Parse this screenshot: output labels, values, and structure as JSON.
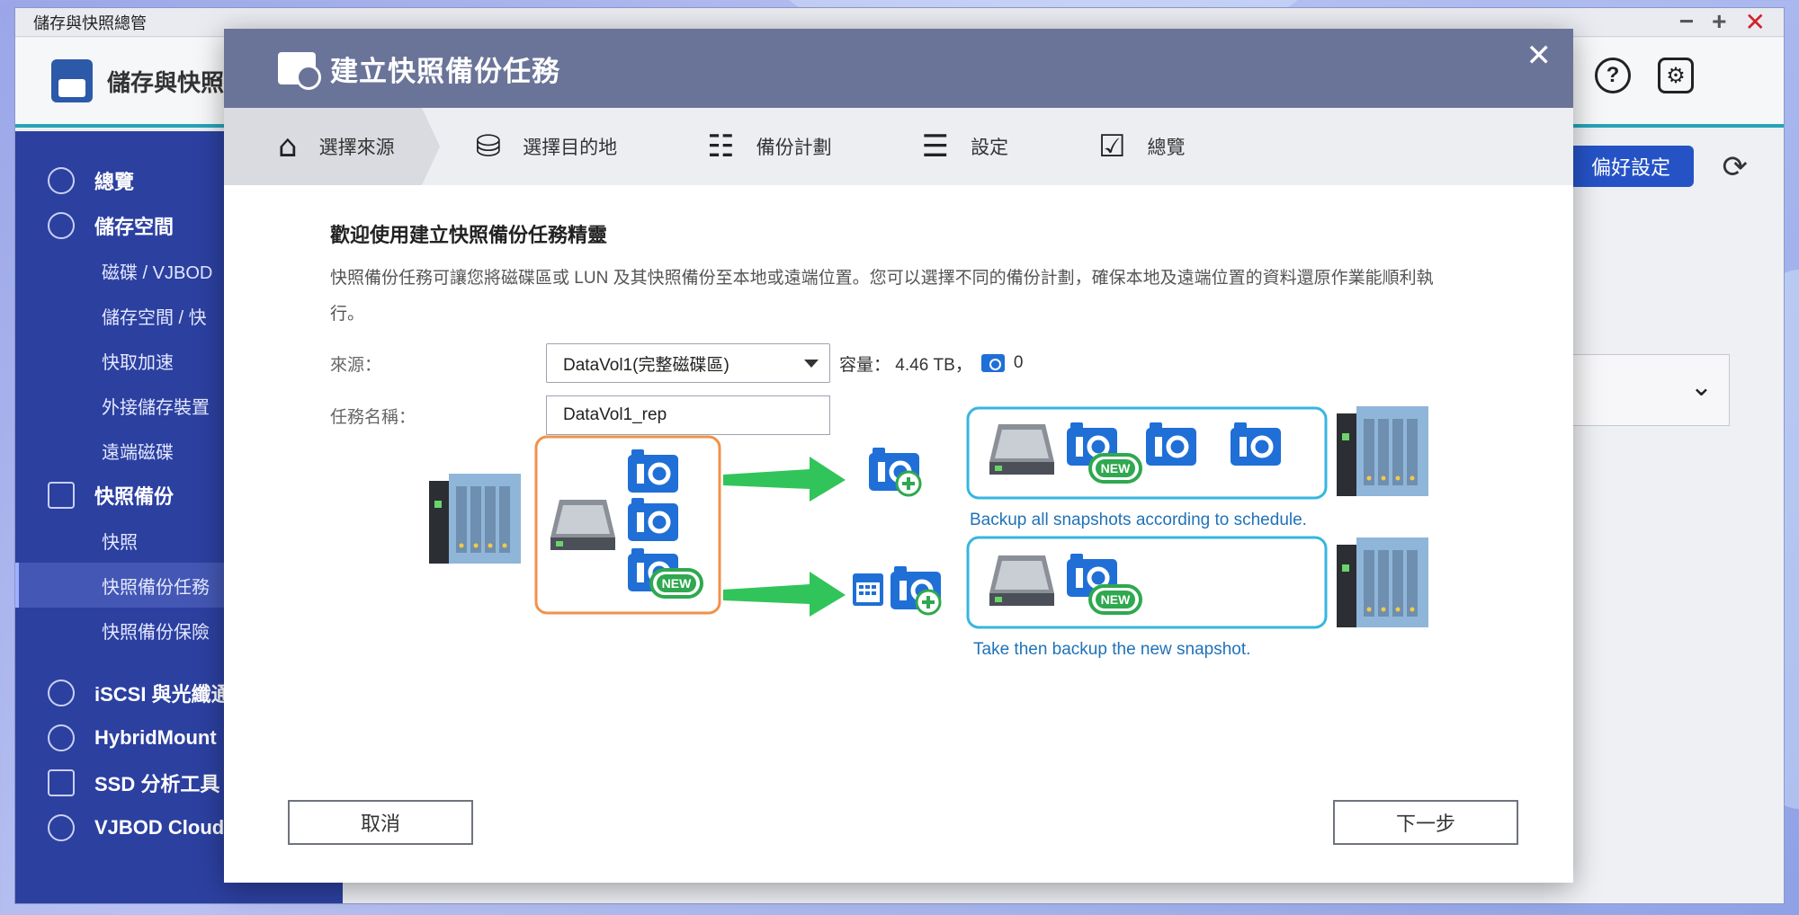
{
  "app": {
    "window_title": "儲存與快照總管",
    "name": "儲存與快照總管",
    "controls": [
      "minimize-icon",
      "maximize-icon",
      "close-icon"
    ],
    "header_icons": [
      "magic-icon",
      "help-icon",
      "gear-icon"
    ],
    "pref_label": "偏好設定",
    "sidebar": {
      "sections": [
        {
          "label": "總覽",
          "icon": "dashboard-icon"
        },
        {
          "label": "儲存空間",
          "icon": "storage-icon"
        }
      ],
      "storage_subs": [
        "磁碟 / VJBOD",
        "儲存空間 / 快",
        "快取加速",
        "外接儲存裝置",
        "遠端磁碟"
      ],
      "snapshot_section": "快照備份",
      "snapshot_subs": [
        "快照",
        "快照備份任務",
        "快照備份保險"
      ],
      "tools": [
        "iSCSI 與光纖通",
        "HybridMount",
        "SSD 分析工具",
        "VJBOD Cloud"
      ]
    }
  },
  "modal": {
    "title": "建立快照備份任務",
    "steps": [
      {
        "label": "選擇來源",
        "icon": "drive-icon"
      },
      {
        "label": "選擇目的地",
        "icon": "cylinder-icon"
      },
      {
        "label": "備份計劃",
        "icon": "schedule-list-icon"
      },
      {
        "label": "設定",
        "icon": "list-icon"
      },
      {
        "label": "總覽",
        "icon": "clipboard-icon"
      }
    ],
    "welcome_title": "歡迎使用建立快照備份任務精靈",
    "welcome_desc": "快照備份任務可讓您將磁碟區或 LUN 及其快照備份至本地或遠端位置。您可以選擇不同的備份計劃，確保本地及遠端位置的資料還原作業能順利執行。",
    "source_label": "來源：",
    "source_value": "DataVol1(完整磁碟區)",
    "capacity_text": "容量： 4.46 TB，",
    "snapshot_count": "0",
    "task_label": "任務名稱：",
    "task_value": "DataVol1_rep",
    "diagram": {
      "caption_top": "Backup all snapshots according to schedule.",
      "caption_bottom": "Take then backup the new snapshot.",
      "new_badge": "NEW"
    },
    "cancel_label": "取消",
    "next_label": "下一步"
  }
}
